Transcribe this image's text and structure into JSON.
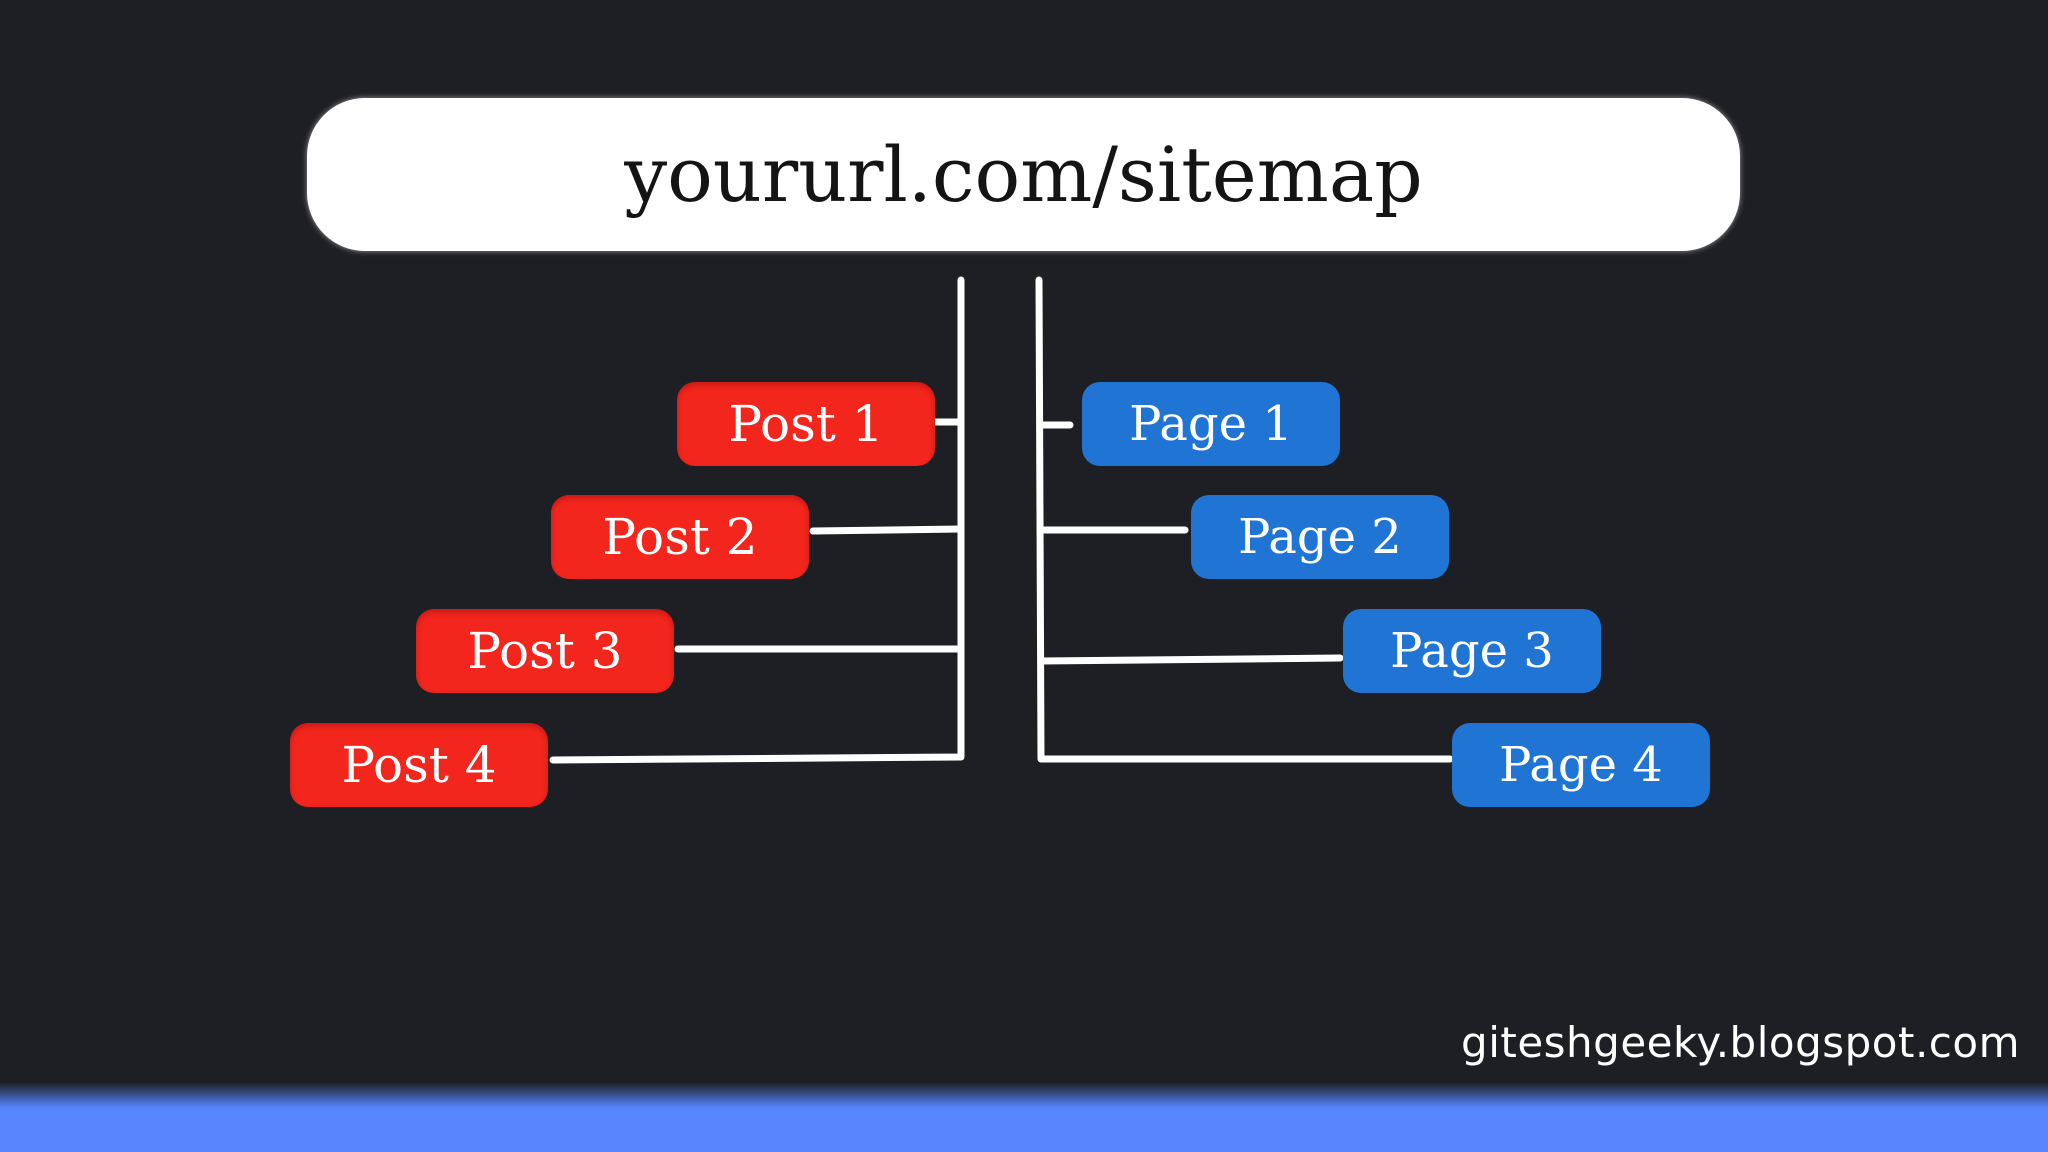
{
  "url_box": {
    "text": "yoururl.com/sitemap"
  },
  "posts": [
    {
      "label": "Post 1"
    },
    {
      "label": "Post 2"
    },
    {
      "label": "Post 3"
    },
    {
      "label": "Post 4"
    }
  ],
  "pages": [
    {
      "label": "Page 1"
    },
    {
      "label": "Page 2"
    },
    {
      "label": "Page 3"
    },
    {
      "label": "Page 4"
    }
  ],
  "footer": {
    "text": "giteshgeeky.blogspot.com"
  },
  "colors": {
    "background": "#1e1f24",
    "post": "#f2261d",
    "page": "#1f74d4",
    "connector": "#ffffff",
    "bottom_bar": "#5786ff"
  }
}
